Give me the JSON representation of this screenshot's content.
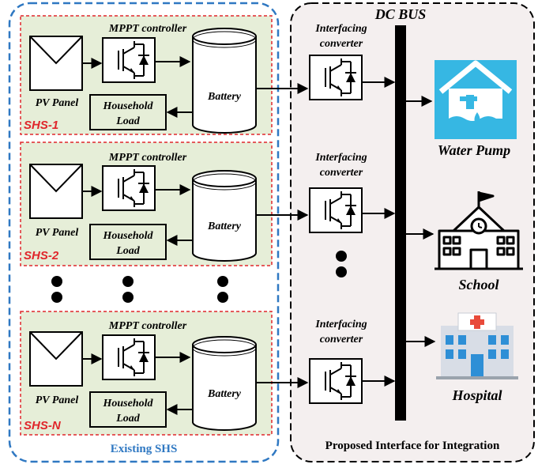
{
  "existing": {
    "label": "Existing SHS"
  },
  "proposed": {
    "label": "Proposed Interface for Integration"
  },
  "dcbus": {
    "label": "DC BUS"
  },
  "shs": [
    {
      "mppt": "MPPT controller",
      "pv": "PV Panel",
      "load1": "Household",
      "load2": "Load",
      "battery": "Battery",
      "tag": "SHS-1"
    },
    {
      "mppt": "MPPT controller",
      "pv": "PV Panel",
      "load1": "Household",
      "load2": "Load",
      "battery": "Battery",
      "tag": "SHS-2"
    },
    {
      "mppt": "MPPT controller",
      "pv": "PV Panel",
      "load1": "Household",
      "load2": "Load",
      "battery": "Battery",
      "tag": "SHS-N"
    }
  ],
  "converters": [
    {
      "line1": "Interfacing",
      "line2": "converter"
    },
    {
      "line1": "Interfacing",
      "line2": "converter"
    },
    {
      "line1": "Interfacing",
      "line2": "converter"
    }
  ],
  "loads": {
    "water": "Water Pump",
    "school": "School",
    "hospital": "Hospital"
  },
  "colors": {
    "shs_border": "#e0262b",
    "shs_fill": "#e6eed8",
    "left_frame": "#2f78c2",
    "existing_text": "#2f78c2",
    "right_fill": "#f4efef",
    "tag": "#e0262b"
  }
}
